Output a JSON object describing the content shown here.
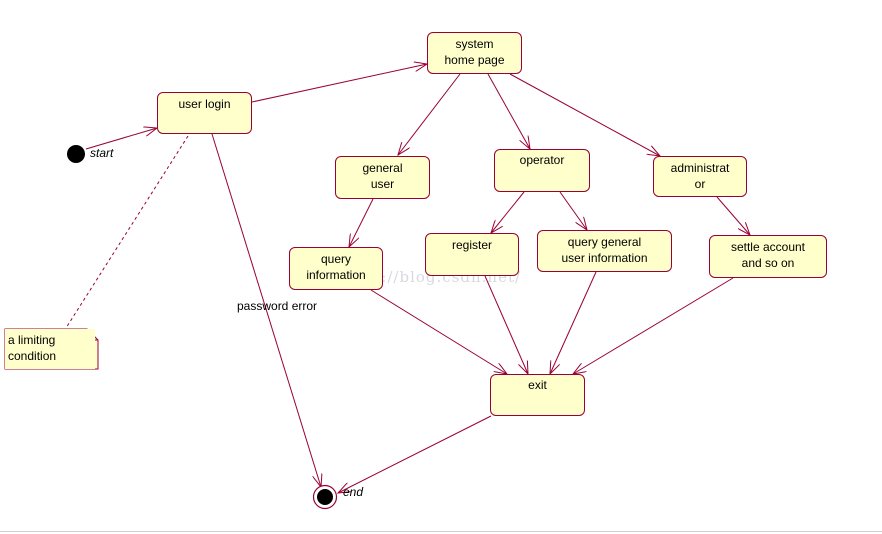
{
  "diagram": {
    "states": {
      "user_login": "user login",
      "system_home": "system\nhome page",
      "general_user": "general\nuser",
      "operator": "operator",
      "administrator": "administrat\nor",
      "query_information": "query\ninformation",
      "register": "register",
      "query_general": "query general\nuser information",
      "settle_account": "settle account\nand so on",
      "exit": "exit"
    },
    "start_label": "start",
    "end_label": "end",
    "note_text": "a limiting\ncondition",
    "transition_label": "password error",
    "watermark": "http://blog.csdn.net/",
    "colors": {
      "state_fill": "#ffffcc",
      "line": "#990033"
    }
  }
}
